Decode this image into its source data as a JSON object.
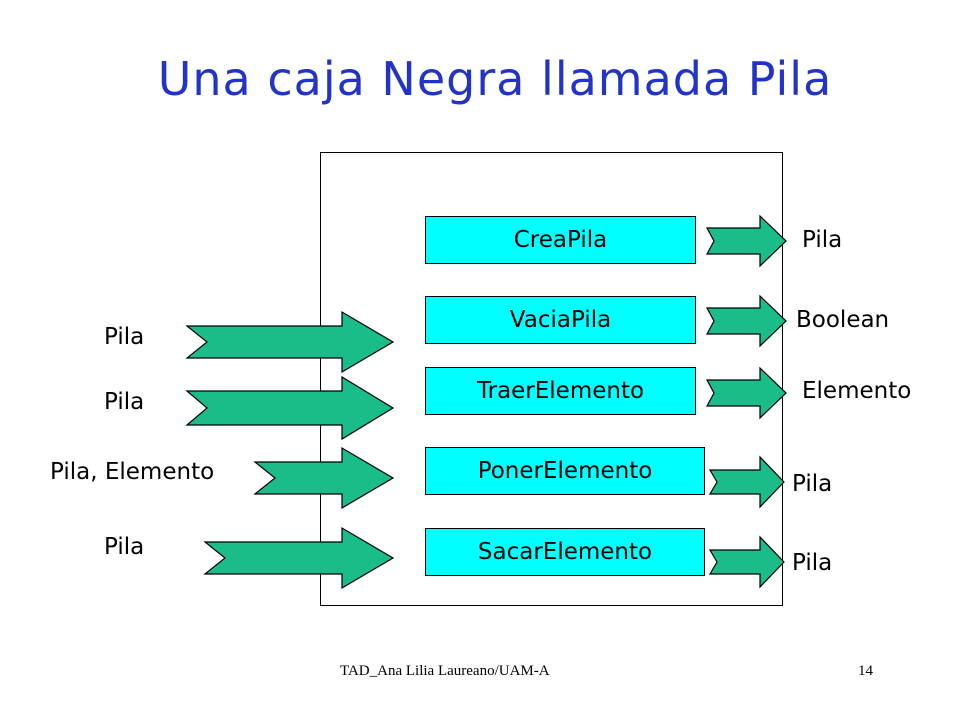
{
  "title": "Una caja Negra llamada Pila",
  "operations": [
    {
      "label": "CreaPila",
      "input": "",
      "output": "Pila"
    },
    {
      "label": "VaciaPila",
      "input": "Pila",
      "output": "Boolean"
    },
    {
      "label": "TraerElemento",
      "input": "Pila",
      "output": "Elemento"
    },
    {
      "label": "PonerElemento",
      "input": "Pila, Elemento",
      "output": "Pila"
    },
    {
      "label": "SacarElemento",
      "input": "Pila",
      "output": "Pila"
    }
  ],
  "footer": {
    "author": "TAD_Ana Lilia Laureano/UAM-A",
    "page_number": "14"
  },
  "colors": {
    "title": "#2233c9",
    "box_fill": "#00ffff",
    "arrow_fill": "#1abc8a"
  }
}
